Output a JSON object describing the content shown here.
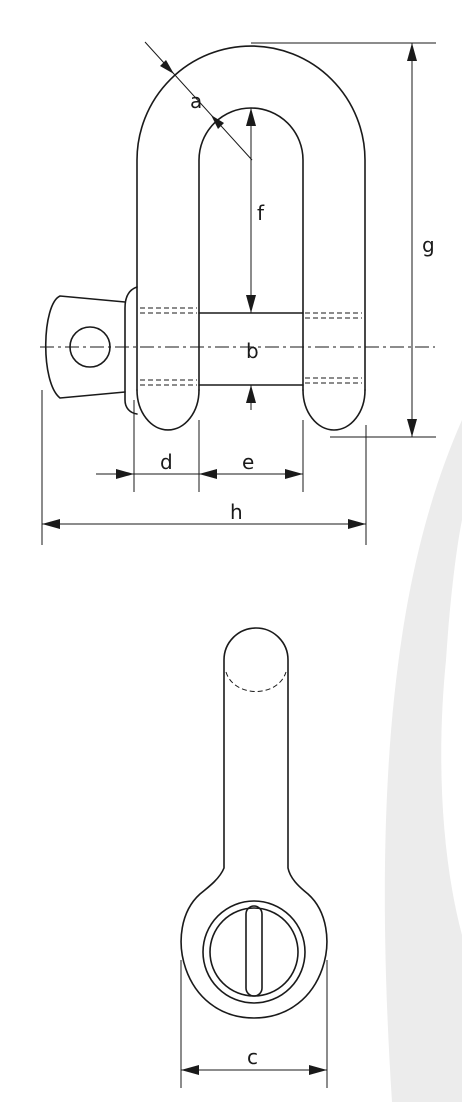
{
  "dimension_labels": {
    "a": "a",
    "b": "b",
    "c": "c",
    "d": "d",
    "e": "e",
    "f": "f",
    "g": "g",
    "h": "h"
  },
  "colors": {
    "line": "#1a1a1a",
    "watermark": "#ececec",
    "background": "#ffffff"
  }
}
